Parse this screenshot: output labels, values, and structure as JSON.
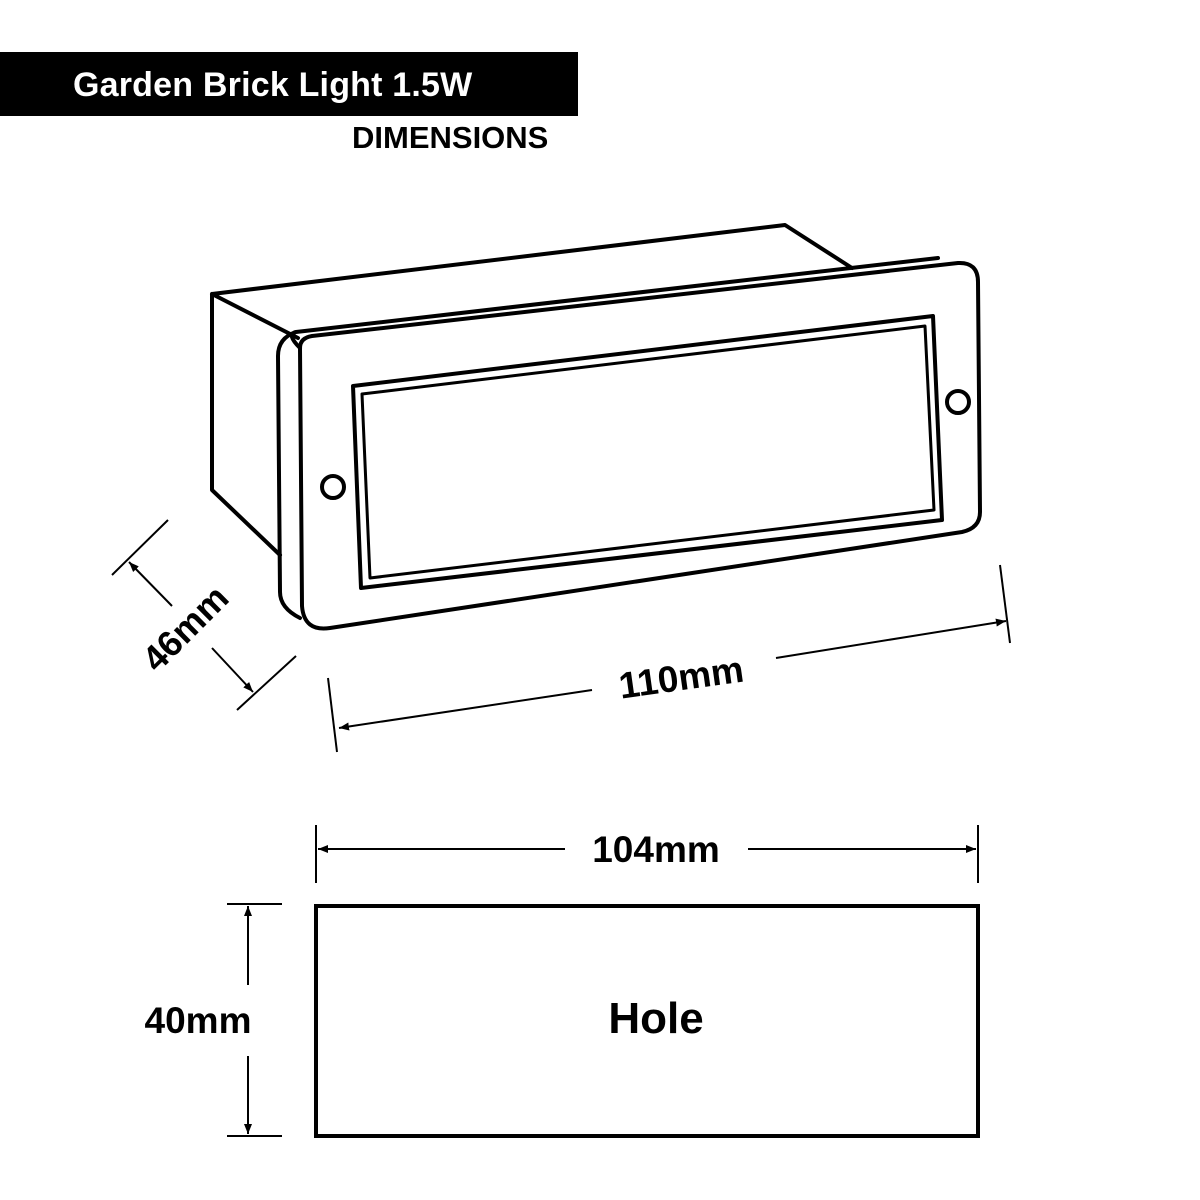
{
  "header": {
    "title": "Garden Brick Light 1.5W",
    "subtitle": "DIMENSIONS"
  },
  "product_drawing": {
    "depth_label": "46mm",
    "width_label": "110mm"
  },
  "hole_drawing": {
    "width_label": "104mm",
    "height_label": "40mm",
    "hole_label": "Hole"
  },
  "colors": {
    "line": "#000000",
    "background": "#ffffff",
    "title_bar": "#000000",
    "title_text": "#ffffff"
  }
}
